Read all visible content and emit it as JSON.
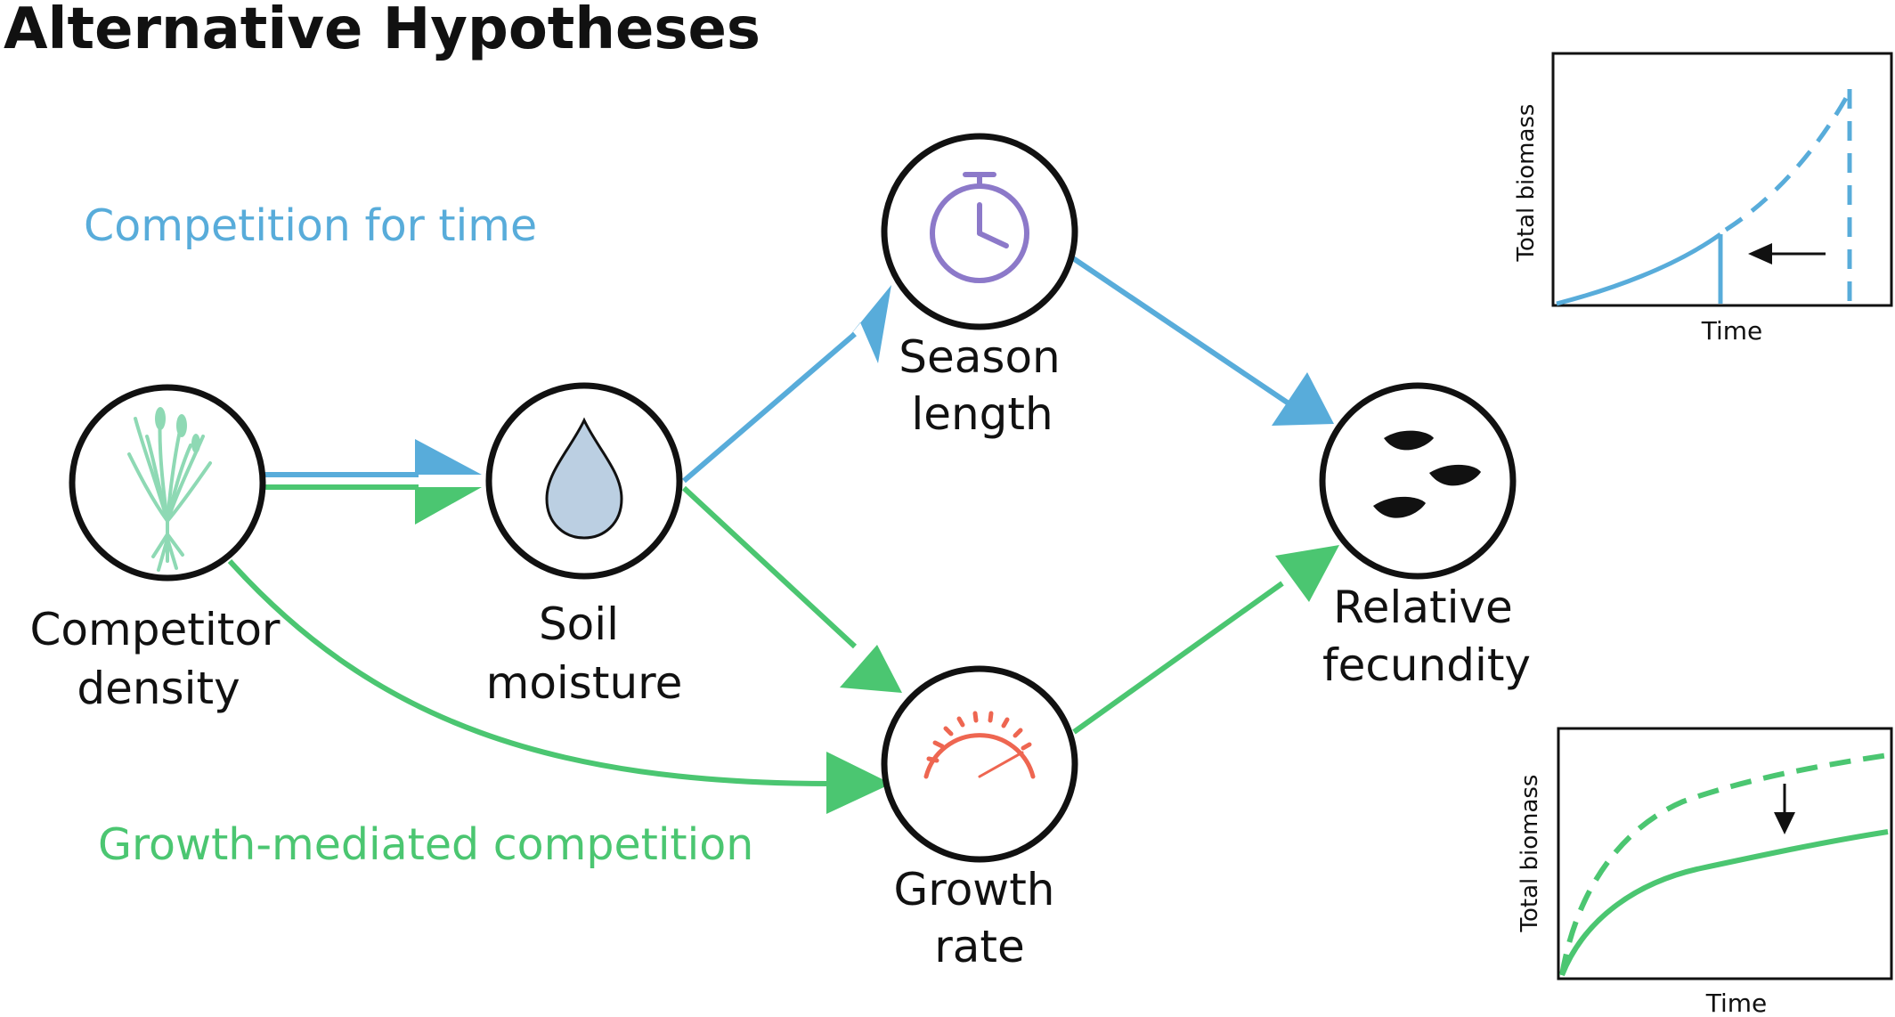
{
  "title": "Alternative Hypotheses",
  "hypotheses": {
    "time": {
      "label": "Competition for time",
      "color": "#58ACDA"
    },
    "growth": {
      "label": "Growth-mediated competition",
      "color": "#4BC671"
    }
  },
  "nodes": {
    "competitor": {
      "line1": "Competitor",
      "line2": "density",
      "icon": "plant-icon",
      "icon_color": "#8ED9B4"
    },
    "soil": {
      "line1": "Soil",
      "line2": "moisture",
      "icon": "water-drop-icon",
      "icon_color": "#BBCFE2"
    },
    "season": {
      "line1": "Season",
      "line2": "length",
      "icon": "stopwatch-icon",
      "icon_color": "#8C79C9"
    },
    "growth": {
      "line1": "Growth",
      "line2": "rate",
      "icon": "speedometer-icon",
      "icon_color": "#EE6651"
    },
    "fecundity": {
      "line1": "Relative",
      "line2": "fecundity",
      "icon": "seeds-icon",
      "icon_color": "#111111"
    }
  },
  "insets": {
    "top": {
      "ylabel": "Total biomass",
      "xlabel": "Time",
      "arrow": "left-arrow"
    },
    "bottom": {
      "ylabel": "Total biomass",
      "xlabel": "Time",
      "arrow": "down-arrow"
    }
  }
}
